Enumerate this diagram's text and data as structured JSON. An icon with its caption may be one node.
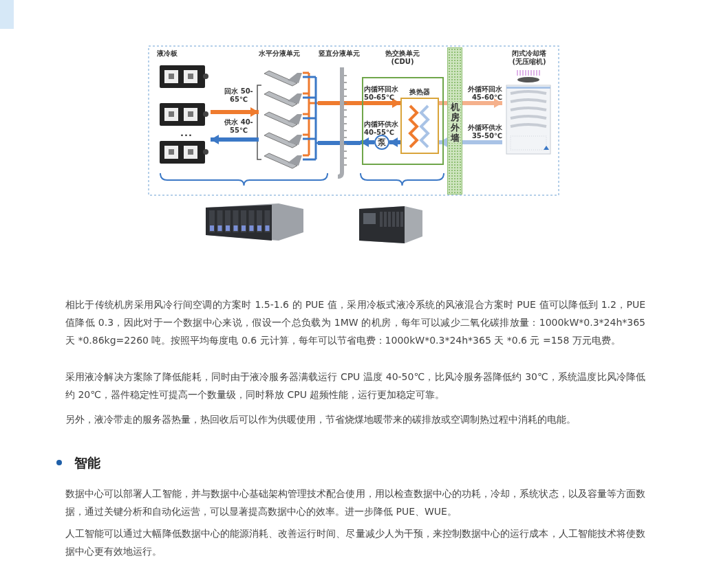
{
  "diagram": {
    "nodes": [
      {
        "text": [
          "液冷板"
        ]
      },
      {
        "text": [
          "水平分液单元"
        ]
      },
      {
        "text": [
          "竖直分液单元"
        ]
      },
      {
        "text": [
          "热交换单元 (CDU)"
        ]
      },
      {
        "text": [
          "换热器"
        ],
        "in": 3
      },
      {
        "text": [
          "泵"
        ],
        "in": 3
      },
      {
        "text": [
          "机房外墙"
        ]
      },
      {
        "text": [
          "闭式冷却塔 (无压缩机)"
        ]
      },
      {
        "text": [],
        "shape": "picture"
      },
      {
        "text": [],
        "shape": "picture"
      }
    ],
    "edges": [
      {
        "from": 0,
        "to": 1,
        "arrow": "to",
        "label": "回水 50-65℃",
        "color": "#ef7b2e"
      },
      {
        "from": 1,
        "to": 0,
        "arrow": "to",
        "label": "供水 40-55℃",
        "color": "#3b78c6"
      },
      {
        "from": 2,
        "to": 4,
        "arrow": "to",
        "label": "内循环回水 50-65℃",
        "color": "#ef7b2e"
      },
      {
        "from": 5,
        "to": 2,
        "arrow": "to",
        "label": "内循环供水 40-55℃",
        "color": "#3b78c6"
      },
      {
        "from": 4,
        "to": 5,
        "arrow": "to",
        "color": "#3b78c6"
      },
      {
        "from": 4,
        "to": 6,
        "arrow": "none",
        "color": "#f5b18c"
      },
      {
        "from": 6,
        "to": 7,
        "arrow": "to",
        "label": "外循环回水 45-60℃",
        "color": "#f5b18c"
      },
      {
        "from": 7,
        "to": 6,
        "arrow": "none",
        "label": "外循环供水 35-50℃",
        "color": "#a9c3e6"
      },
      {
        "from": 6,
        "to": 4,
        "arrow": "to",
        "color": "#a9c3e6"
      },
      {
        "from": 1,
        "to": 2,
        "arrow": "none",
        "color": "#ef7b2e"
      },
      {
        "from": 1,
        "to": 2,
        "arrow": "none",
        "color": "#3b78c6"
      }
    ],
    "labels": [
      "...",
      "相比于传统机房采用风冷行间空调的方案时 1.5-1.6 的 PUE 值，采用冷板式液冷系统的风液混合方案时 PUE 值可以降低到 1.2，PUE 值降低 0.3，因此对于一个数据中心来说，假设一个总负载为 1MW 的机房，每年可以减少二氧化碳排放量：1000kW*0.3*24h*365 天 *0.86kg=2260 吨。按照平均每度电 0.6 元计算，每年可以节省电费：1000kW*0.3*24h*365 天 *0.6 元 =158 万元电费。",
      "采用液冷解决方案除了降低能耗，同时由于液冷服务器满载运行 CPU 温度 40-50℃，比风冷服务器降低约 30℃，系统温度比风冷降低约 20℃，器件稳定性可提高一个数量级，同时释放 CPU 超频性能，运行更加稳定可靠。",
      "另外，液冷带走的服务器热量，热回收后可以作为供暖使用，节省烧煤地暖带来的碳排放或空调制热过程中消耗的电能。",
      "智能",
      "数据中心可以部署人工智能，并与数据中心基础架构管理技术配合使用，用以检查数据中心的功耗，冷却，系统状态，以及容量等方面数据，通过关键分析和自动化运营，可以显著提高数据中心的效率。进一步降低 PUE、WUE。",
      "人工智能可以通过大幅降低数据中心的能源消耗、改善运行时间、尽量减少人为干预，来控制数据中心的运行成本，人工智能技术将使数据中心更有效地运行。"
    ]
  }
}
